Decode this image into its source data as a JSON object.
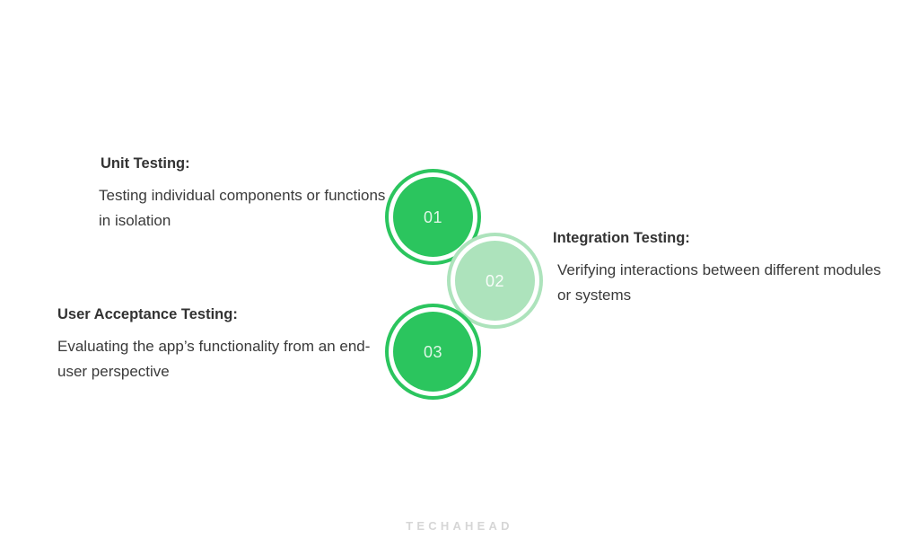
{
  "background_color": "#ffffff",
  "theme": {
    "accent_green": "#2BC55E",
    "accent_green_pale": "#ADE3BC",
    "heading_color": "#333333",
    "body_color": "#3a3a3a",
    "watermark_color": "#d6d6d6"
  },
  "steps": [
    {
      "number": "01",
      "title": "Unit Testing:",
      "description": "Testing individual components or functions in isolation",
      "circle_style": "solid",
      "color": "#2BC55E"
    },
    {
      "number": "02",
      "title": "Integration Testing:",
      "description": "Verifying interactions between different modules or systems",
      "circle_style": "pale",
      "color": "#ADE3BC"
    },
    {
      "number": "03",
      "title": "User Acceptance Testing:",
      "description": "Evaluating the app’s functionality from an end-user perspective",
      "circle_style": "solid",
      "color": "#2BC55E"
    }
  ],
  "footer": {
    "watermark": "TECHAHEAD"
  }
}
